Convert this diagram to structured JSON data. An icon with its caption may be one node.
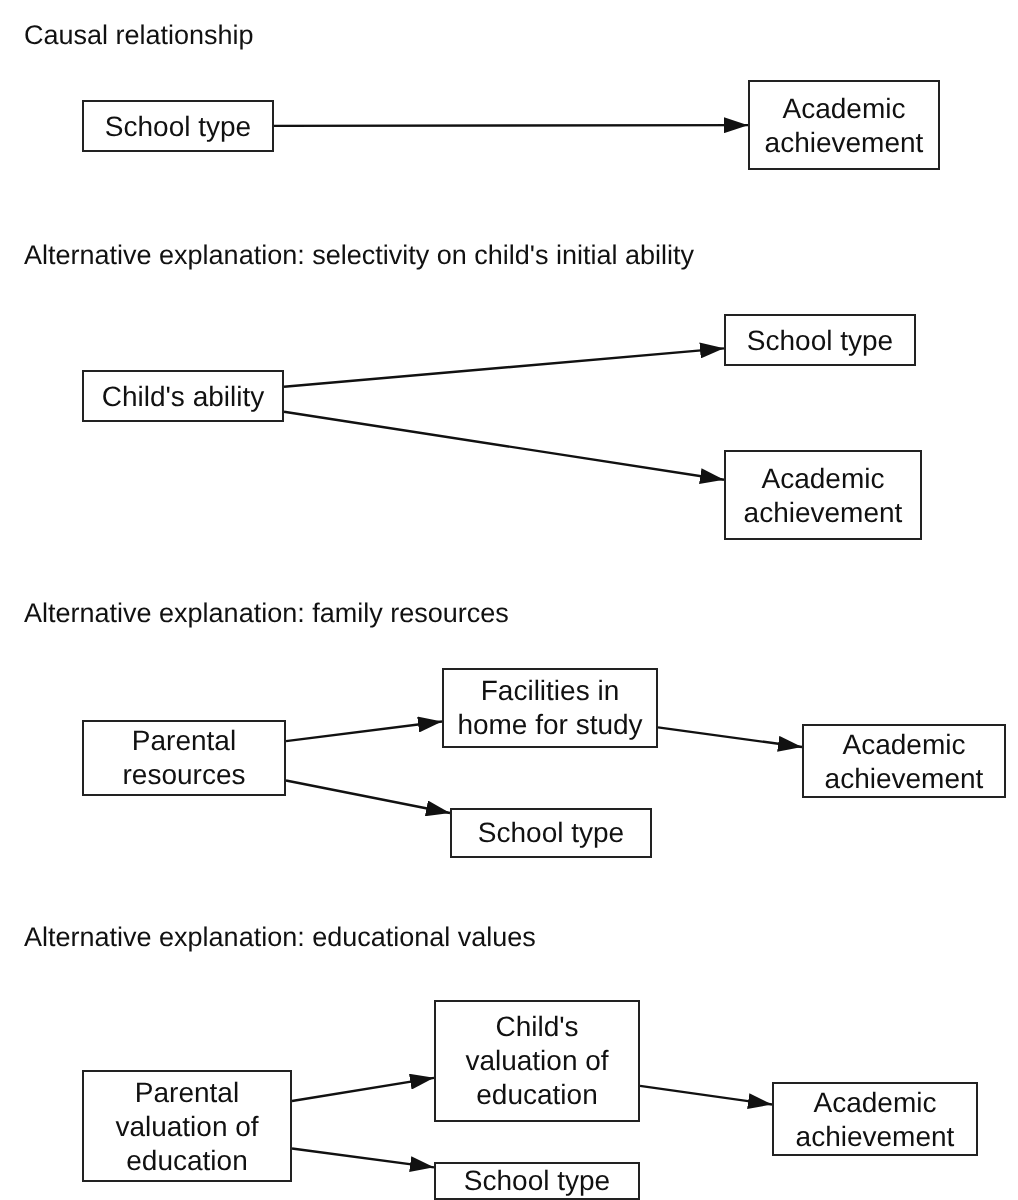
{
  "diagram": {
    "nodes": [
      {
        "text": [
          "School type"
        ]
      },
      {
        "text": [
          "Academic achievement"
        ]
      },
      {
        "text": [
          "Child's ability"
        ]
      },
      {
        "text": [
          "School type"
        ]
      },
      {
        "text": [
          "Academic achievement"
        ]
      },
      {
        "text": [
          "Parental resources"
        ]
      },
      {
        "text": [
          "Facilities in home for study"
        ]
      },
      {
        "text": [
          "Academic achievement"
        ]
      },
      {
        "text": [
          "School type"
        ]
      },
      {
        "text": [
          "Parental valuation of education"
        ]
      },
      {
        "text": [
          "Child's valuation of education"
        ]
      },
      {
        "text": [
          "Academic achievement"
        ]
      },
      {
        "text": [
          "School type"
        ]
      }
    ],
    "edges": [
      {
        "from": 0,
        "to": 1,
        "arrow": "to"
      },
      {
        "from": 2,
        "to": 3,
        "arrow": "to"
      },
      {
        "from": 2,
        "to": 4,
        "arrow": "to"
      },
      {
        "from": 5,
        "to": 6,
        "arrow": "to"
      },
      {
        "from": 5,
        "to": 8,
        "arrow": "to"
      },
      {
        "from": 6,
        "to": 7,
        "arrow": "to"
      },
      {
        "from": 9,
        "to": 10,
        "arrow": "to"
      },
      {
        "from": 9,
        "to": 12,
        "arrow": "to"
      },
      {
        "from": 10,
        "to": 11,
        "arrow": "to"
      }
    ],
    "labels": [
      "Causal relationship",
      "Alternative explanation: selectivity on child's initial ability",
      "Alternative explanation: family resources",
      "Alternative explanation: educational values"
    ]
  }
}
